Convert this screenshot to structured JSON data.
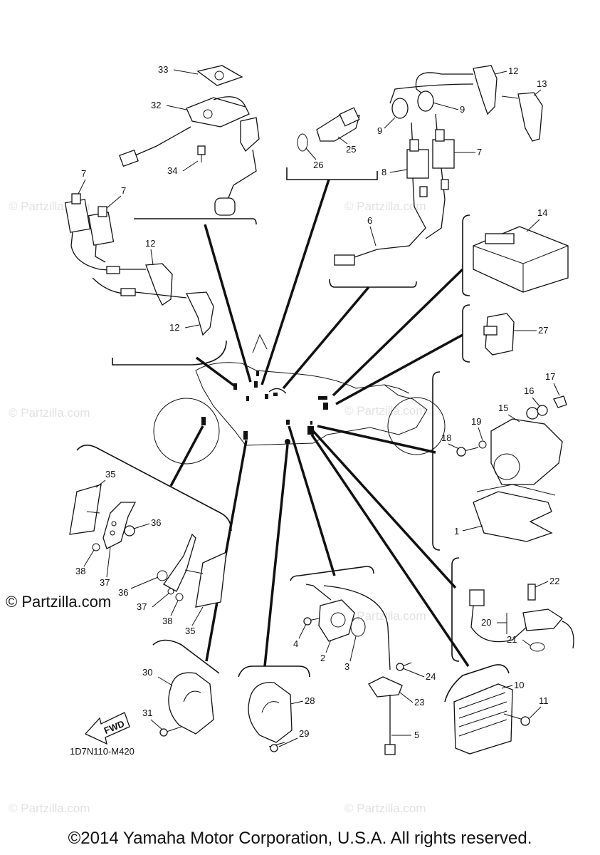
{
  "watermark": {
    "text": "Partzilla.com",
    "symbol": "©"
  },
  "left_watermark": "© Partzilla.com",
  "reference_code": "1D7N110-M420",
  "direction_label": "FWD",
  "copyright": "©2014 Yamaha Motor Corporation, U.S.A. All rights reserved.",
  "callouts": [
    "33",
    "32",
    "34",
    "7",
    "7",
    "12",
    "12",
    "26",
    "25",
    "12",
    "13",
    "9",
    "9",
    "8",
    "7",
    "6",
    "14",
    "27",
    "17",
    "16",
    "15",
    "19",
    "18",
    "1",
    "35",
    "36",
    "38",
    "37",
    "36",
    "37",
    "38",
    "35",
    "22",
    "20",
    "21",
    "4",
    "2",
    "3",
    "24",
    "23",
    "5",
    "30",
    "31",
    "28",
    "29",
    "10",
    "11"
  ]
}
